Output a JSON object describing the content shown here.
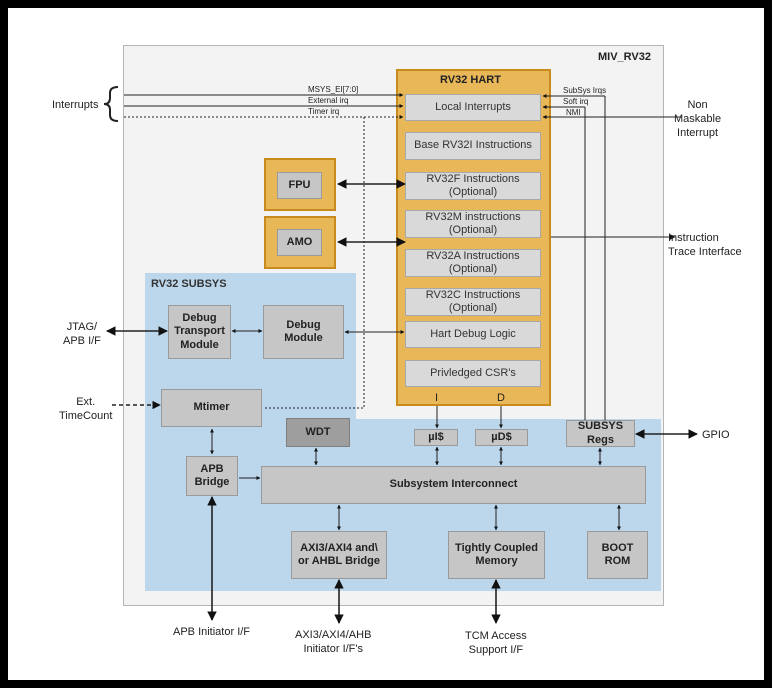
{
  "title": "MIV_RV32",
  "hart": {
    "title": "RV32  HART",
    "items": [
      "Local Interrupts",
      "Base RV32I Instructions",
      "RV32F Instructions\n(Optional)",
      "RV32M instructions\n(Optional)",
      "RV32A Instructions\n(Optional)",
      "RV32C Instructions\n(Optional)",
      "Hart Debug Logic",
      "Privledged CSR's"
    ],
    "port_i": "I",
    "port_d": "D"
  },
  "fpu": "FPU",
  "amo": "AMO",
  "subsys": {
    "title": "RV32 SUBSYS",
    "debug_transport": "Debug\nTransport\nModule",
    "debug_module": "Debug\nModule",
    "mtimer": "Mtimer",
    "wdt": "WDT",
    "icache": "µI$",
    "dcache": "µD$",
    "subsys_regs": "SUBSYS\nRegs",
    "apb_bridge": "APB\nBridge",
    "interconnect": "Subsystem Interconnect",
    "axi_bridge": "AXI3/AXI4 and\\\nor AHBL Bridge",
    "tcm": "Tightly Coupled\nMemory",
    "boot_rom": "BOOT\nROM"
  },
  "signals": {
    "msys": "MSYS_EI[7:0]",
    "ext_irq": "External irq",
    "timer_irq": "Timer irq",
    "subsys_irqs": "SubSys Irqs",
    "soft_irq": "Soft irq",
    "nmi": "NMI"
  },
  "external": {
    "interrupts": "Interrupts",
    "non_maskable": "Non\nMaskable\nInterrupt",
    "trace": "Instruction\nTrace Interface",
    "jtag": "JTAG/\nAPB I/F",
    "ext_time": "Ext.\nTimeCount",
    "gpio": "GPIO",
    "apb_initiator": "APB Initiator I/F",
    "axi_initiator": "AXI3/AXI4/AHB\nInitiator I/F's",
    "tcm_access": "TCM Access\nSupport I/F"
  },
  "colors": {
    "hart_fill": "#e8b758",
    "hart_border": "#c98a1e",
    "subsys_fill": "#bcd7ec",
    "box_grey": "#c6c6c6",
    "item_grey": "#d9d9d9"
  }
}
